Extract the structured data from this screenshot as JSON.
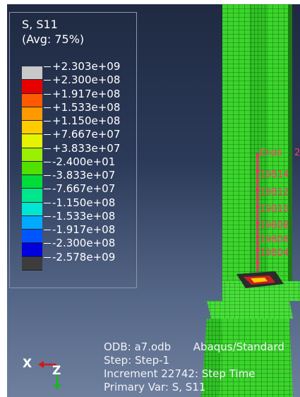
{
  "legend": {
    "title": "S, S11",
    "subtitle": "(Avg: 75%)",
    "colors": [
      "#c8c8c8",
      "#e60000",
      "#ff5a00",
      "#ff9900",
      "#ffcc00",
      "#e5f200",
      "#9bef00",
      "#52e000",
      "#00dc3c",
      "#00e68c",
      "#00e6d2",
      "#00aaff",
      "#0055ff",
      "#0000dc",
      "#3c3c3c"
    ],
    "labels": [
      "+2.303e+09",
      "+2.300e+08",
      "+1.917e+08",
      "+1.533e+08",
      "+1.150e+08",
      "+7.667e+07",
      "+3.833e+07",
      "-2.400e+01",
      "-3.833e+07",
      "-7.667e+07",
      "-1.150e+08",
      "-1.533e+08",
      "-1.917e+08",
      "-2.300e+08",
      "-2.578e+09"
    ]
  },
  "info": {
    "odb": "ODB: a7.odb",
    "solver": "Abaqus/Standard",
    "step": "Step: Step-1",
    "increment": "Increment  22742: Step Time",
    "primary_var": "Primary Var: S, S11"
  },
  "triad": {
    "x_label": "X",
    "z_label": "Z"
  },
  "annotations": {
    "ends_label": "Ends",
    "num_1": "2",
    "num_2": "19814",
    "num_3": "19812",
    "num_4": "19810",
    "num_5": "19808",
    "num_6": "19806",
    "num_7": "19804"
  }
}
